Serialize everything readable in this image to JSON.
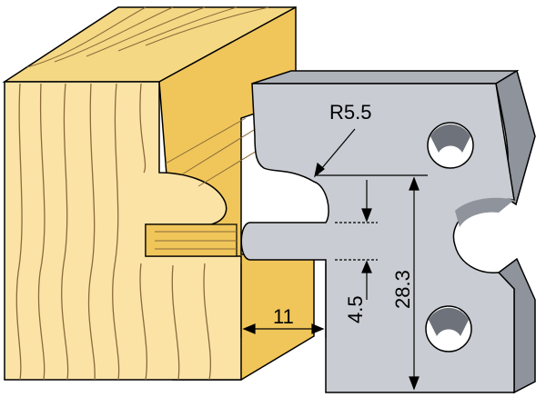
{
  "diagram": {
    "radius_label": "R5.5",
    "width_label": "11",
    "slot_label": "4.5",
    "height_label": "28.3"
  },
  "colors": {
    "wood_front": "#fbe3a6",
    "wood_side": "#f0c65a",
    "wood_top": "#f5d884",
    "grain": "#8a6a3a",
    "steel_face": "#c9ccd2",
    "steel_side": "#8f939b",
    "steel_top": "#aeb2b9",
    "hole_dark": "#6e737b",
    "outline": "#000000"
  }
}
